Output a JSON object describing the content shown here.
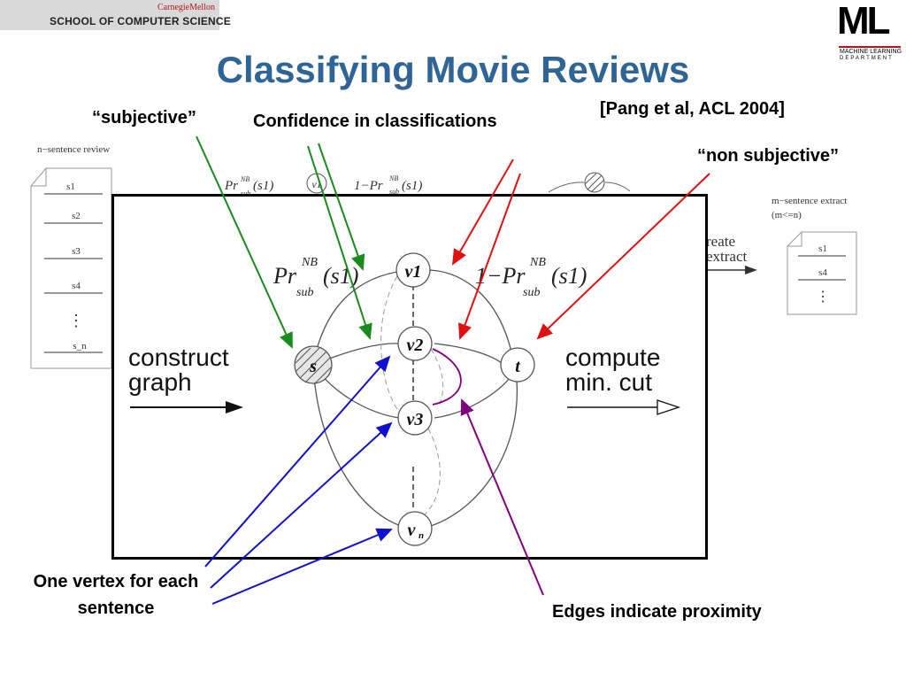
{
  "header": {
    "cmu_text": "CarnegieMellon",
    "school_text": "SCHOOL OF COMPUTER SCIENCE",
    "logo_big": "ML",
    "logo_sub1": "MACHINE LEARNING",
    "logo_sub2": "DEPARTMENT"
  },
  "title": "Classifying Movie Reviews",
  "annotations": {
    "citation": "[Pang et al, ACL 2004]",
    "subjective": "“subjective”",
    "confidence": "Confidence in classifications",
    "non_subjective": "“non subjective”",
    "vertex": "One vertex for each sentence",
    "edges": "Edges indicate proximity"
  },
  "background_figure": {
    "review_title": "n−sentence review",
    "review_items": [
      "s1",
      "s2",
      "s3",
      "s4",
      "⋮",
      "s_n"
    ],
    "extract_title": "m−sentence extract",
    "extract_sub": "(m<=n)",
    "extract_items": [
      "s1",
      "s4",
      "⋮"
    ],
    "create_label_1": "reate",
    "create_label_2": "extract",
    "prob_left": "Pr",
    "prob_right": "1−Pr",
    "nb": "NB",
    "sub": "sub",
    "arg": "(s1)"
  },
  "main_figure": {
    "construct_label_1": "construct",
    "construct_label_2": "graph",
    "compute_label_1": "compute",
    "compute_label_2": "min. cut",
    "node_s": "s",
    "node_t": "t",
    "node_v1": "v1",
    "node_v2": "v2",
    "node_v3": "v3",
    "node_vn_v": "v",
    "node_vn_sub": "n",
    "prob_left": "Pr",
    "prob_right": "1−Pr",
    "nb": "NB",
    "sub": "sub",
    "arg": "(s1)"
  },
  "colors": {
    "title": "#2f6496",
    "green_arrow": "#1a8a1a",
    "red_arrow": "#e01010",
    "blue_arrow": "#1010d0",
    "purple_arrow": "#800080",
    "cmu_red": "#b4141e"
  }
}
